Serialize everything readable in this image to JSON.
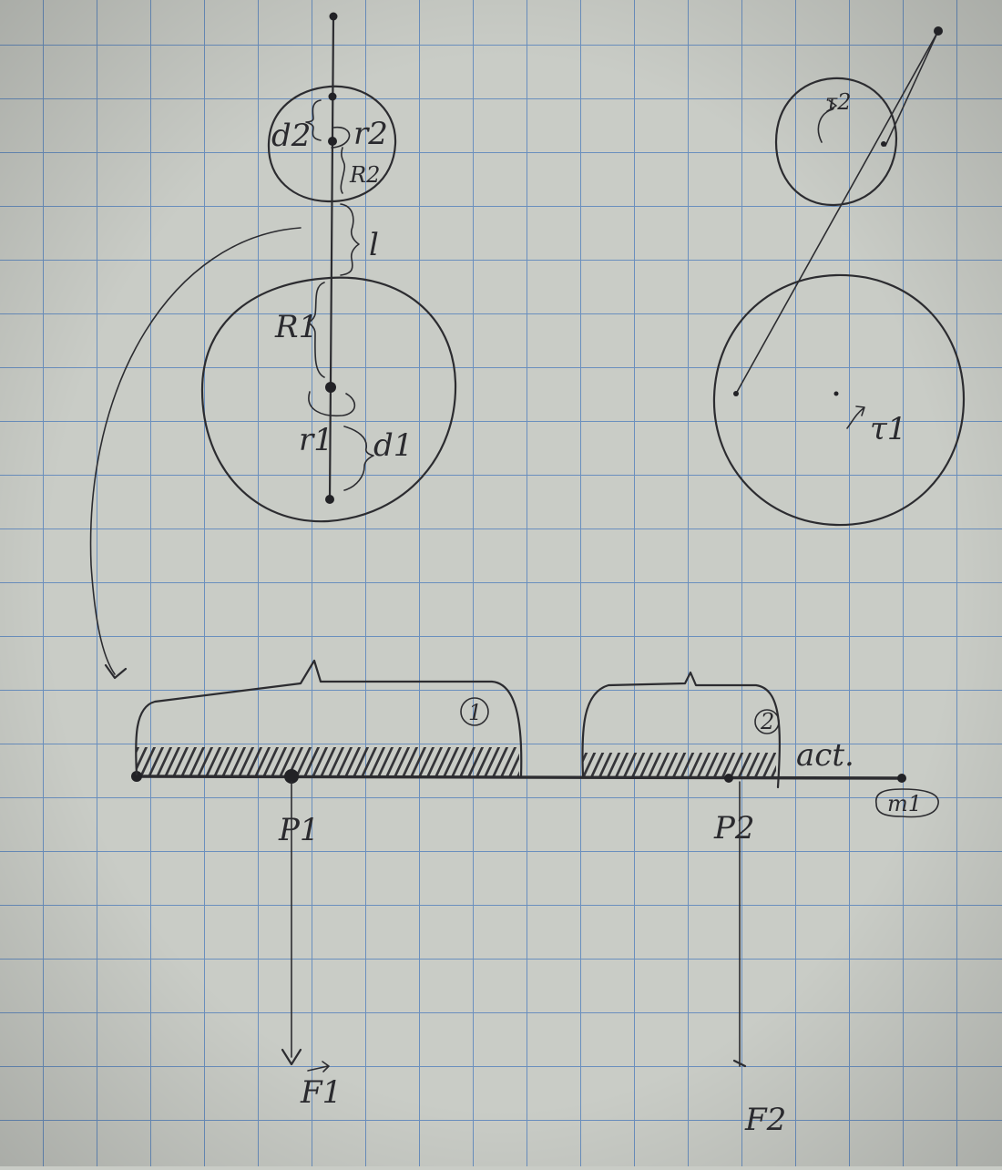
{
  "labels": {
    "d2": "d2",
    "r2": "r2",
    "R2": "R2",
    "l": "l",
    "R1": "R1",
    "r1": "r1",
    "d1": "d1",
    "tau2": "τ2",
    "tau1": "τ1",
    "region1": "1",
    "region2": "2",
    "act": "act.",
    "m1": "m1",
    "P1": "P1",
    "P2": "P2",
    "F1": "F1",
    "F2": "F2"
  },
  "colors": {
    "paper": "#c9ccc6",
    "grid": "#5f86b8",
    "ink": "#2c2c30"
  }
}
